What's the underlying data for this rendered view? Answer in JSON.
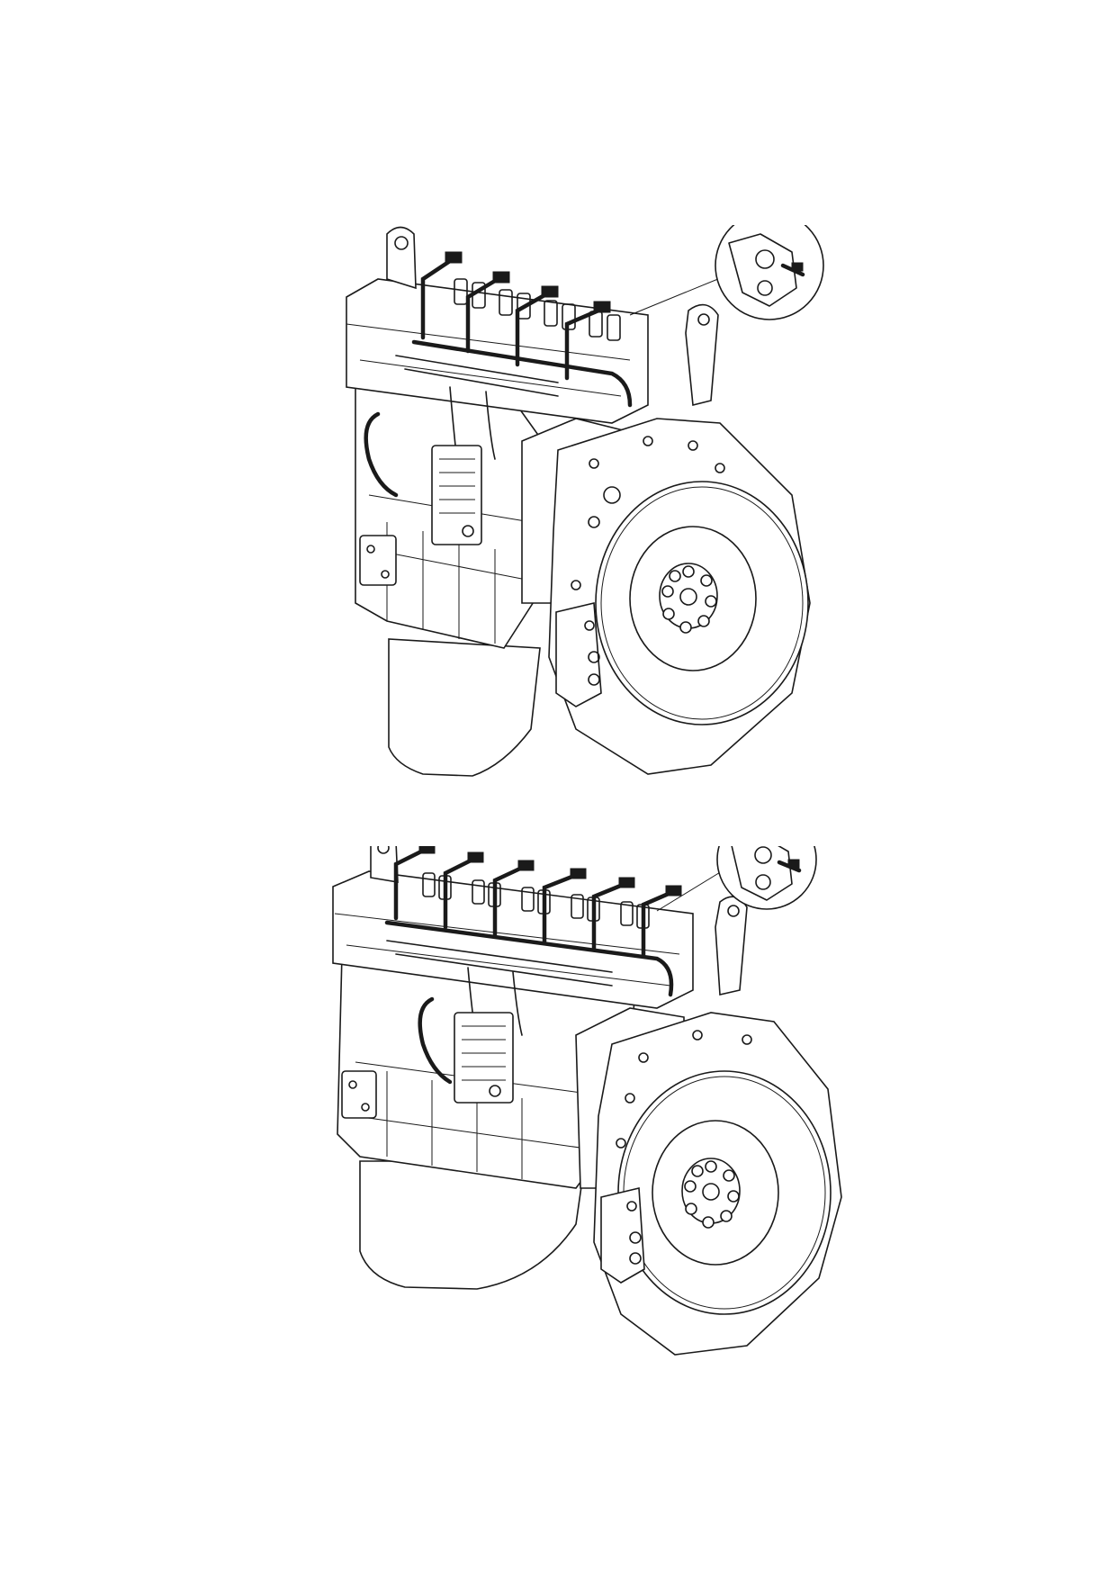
{
  "figures": [
    {
      "view": "engine-wiring-harness-view-1",
      "parts": [
        "lifting-eye",
        "cylinder-head",
        "injector-harness",
        "valve-springs",
        "ecu",
        "flywheel",
        "flywheel-housing",
        "oil-sump",
        "detail-callout"
      ]
    },
    {
      "view": "engine-wiring-harness-view-2",
      "parts": [
        "lifting-eye",
        "cylinder-head",
        "injector-harness",
        "valve-springs",
        "ecu",
        "flywheel",
        "flywheel-housing",
        "oil-sump",
        "detail-callout"
      ]
    }
  ],
  "colors": {
    "line": "#1a1a1a",
    "background": "#ffffff"
  }
}
